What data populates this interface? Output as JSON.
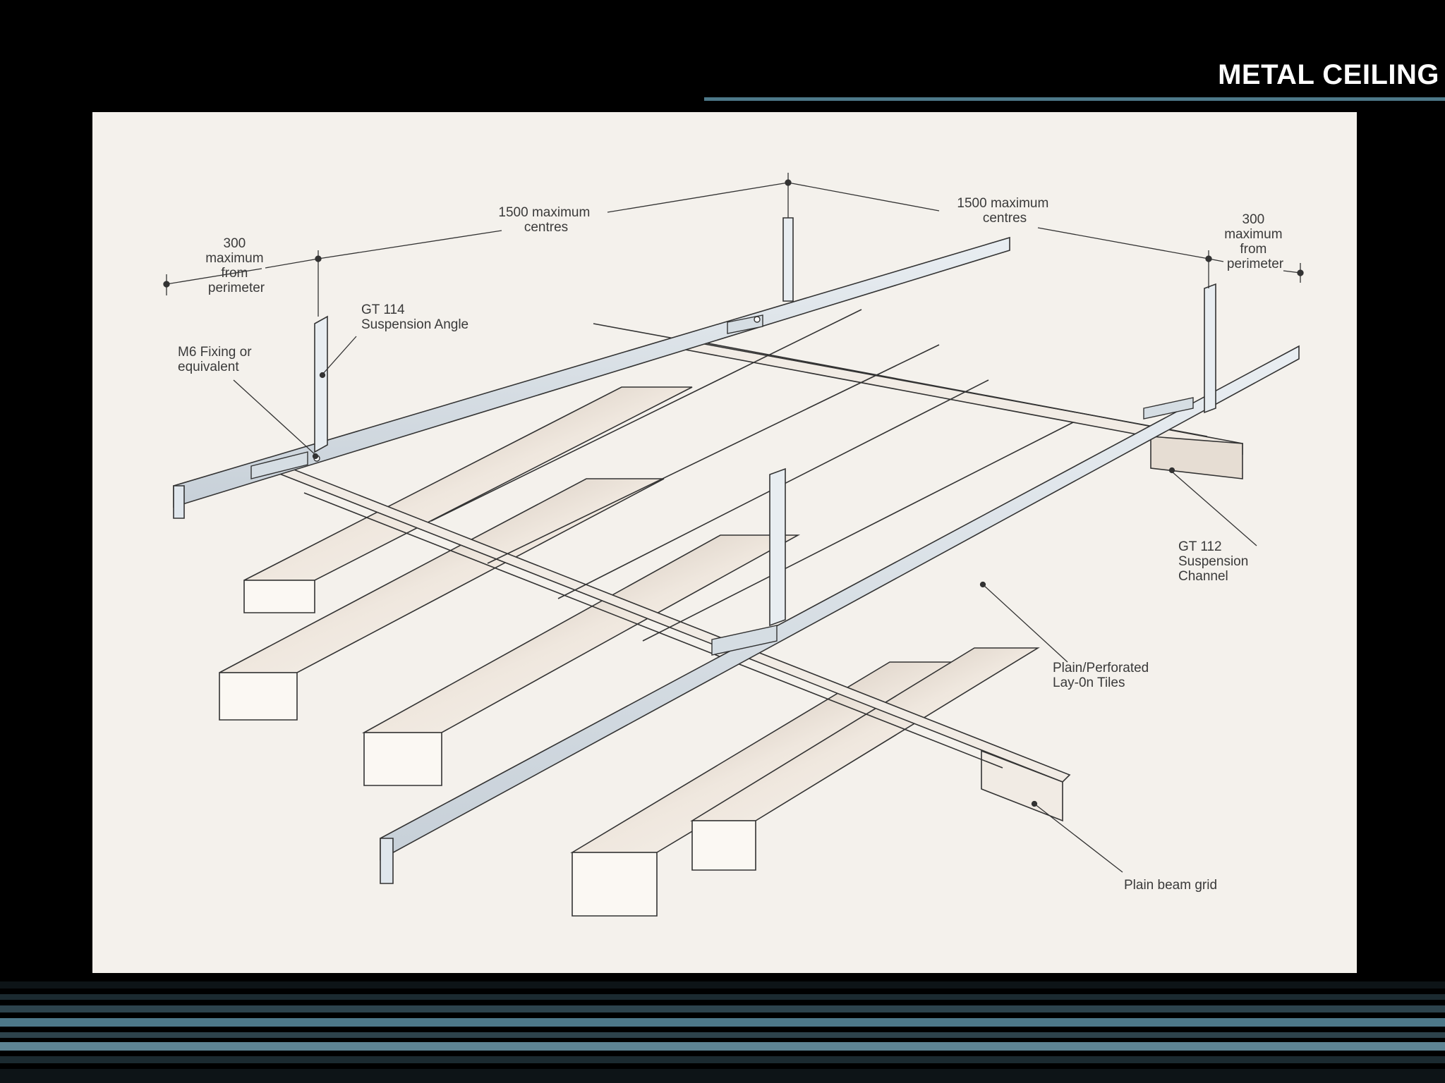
{
  "slide": {
    "title": "METAL CEILING",
    "accent_color": "#4d7889"
  },
  "diagram": {
    "labels": {
      "left_perimeter": [
        "300",
        "maximum",
        "from",
        "perimeter"
      ],
      "right_perimeter": [
        "300",
        "maximum",
        "from",
        "perimeter"
      ],
      "centres_left": [
        "1500 maximum",
        "centres"
      ],
      "centres_right": [
        "1500 maximum",
        "centres"
      ],
      "suspension_angle": [
        "GT 114",
        "Suspension Angle"
      ],
      "fixing": [
        "M6 Fixing or",
        "equivalent"
      ],
      "suspension_channel": [
        "GT 112",
        "Suspension",
        "Channel"
      ],
      "tiles": [
        "Plain/Perforated",
        "Lay-0n Tiles"
      ],
      "beam_grid": [
        "Plain beam grid"
      ]
    }
  }
}
